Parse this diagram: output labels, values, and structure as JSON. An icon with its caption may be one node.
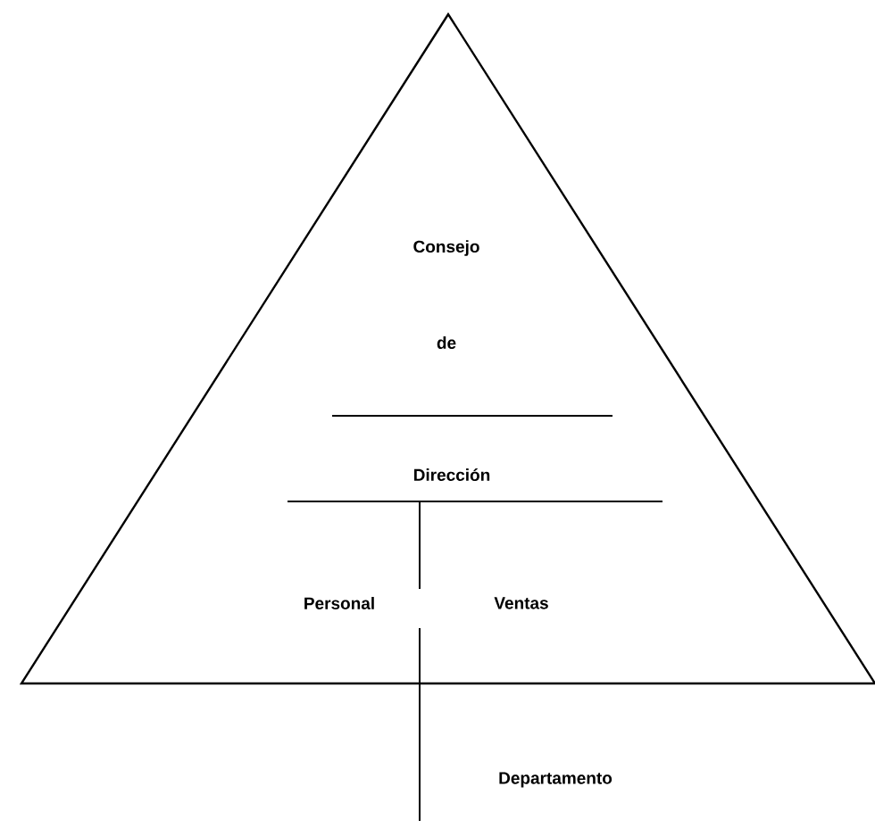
{
  "diagram": {
    "labels": [
      "Consejo",
      "de",
      "Dirección",
      "Personal",
      "Ventas",
      "Departamento"
    ]
  }
}
